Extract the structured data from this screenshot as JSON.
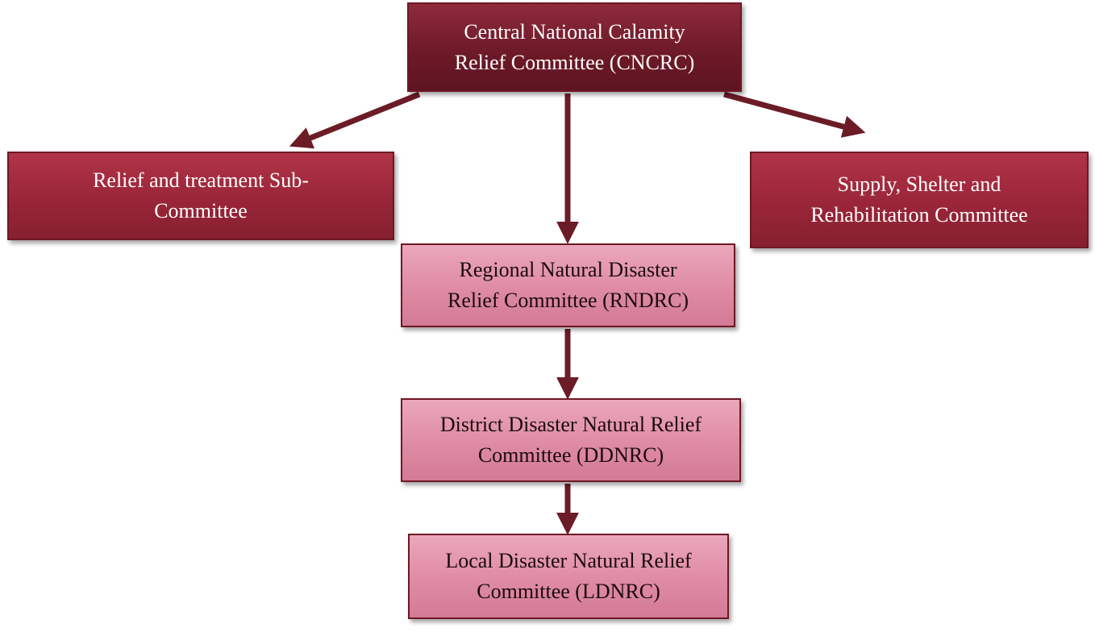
{
  "diagram": {
    "colors": {
      "connector": "#6b1c26",
      "top_box": "#6e1a28",
      "level2_box": "#9a2539",
      "lower_box": "#df8ba4"
    },
    "nodes": {
      "cncrc": "Central National Calamity\nRelief Committee (CNCRC)",
      "relief_treatment": "Relief and treatment Sub-\nCommittee",
      "supply_shelter": "Supply, Shelter and\nRehabilitation Committee",
      "rndrc": "Regional Natural Disaster\nRelief Committee (RNDRC)",
      "ddnrc": "District Disaster Natural Relief\nCommittee (DDNRC)",
      "ldnrc": "Local Disaster Natural Relief\nCommittee (LDNRC)"
    },
    "edges": [
      {
        "from": "cncrc",
        "to": "relief_treatment"
      },
      {
        "from": "cncrc",
        "to": "rndrc"
      },
      {
        "from": "cncrc",
        "to": "supply_shelter"
      },
      {
        "from": "rndrc",
        "to": "ddnrc"
      },
      {
        "from": "ddnrc",
        "to": "ldnrc"
      }
    ]
  }
}
